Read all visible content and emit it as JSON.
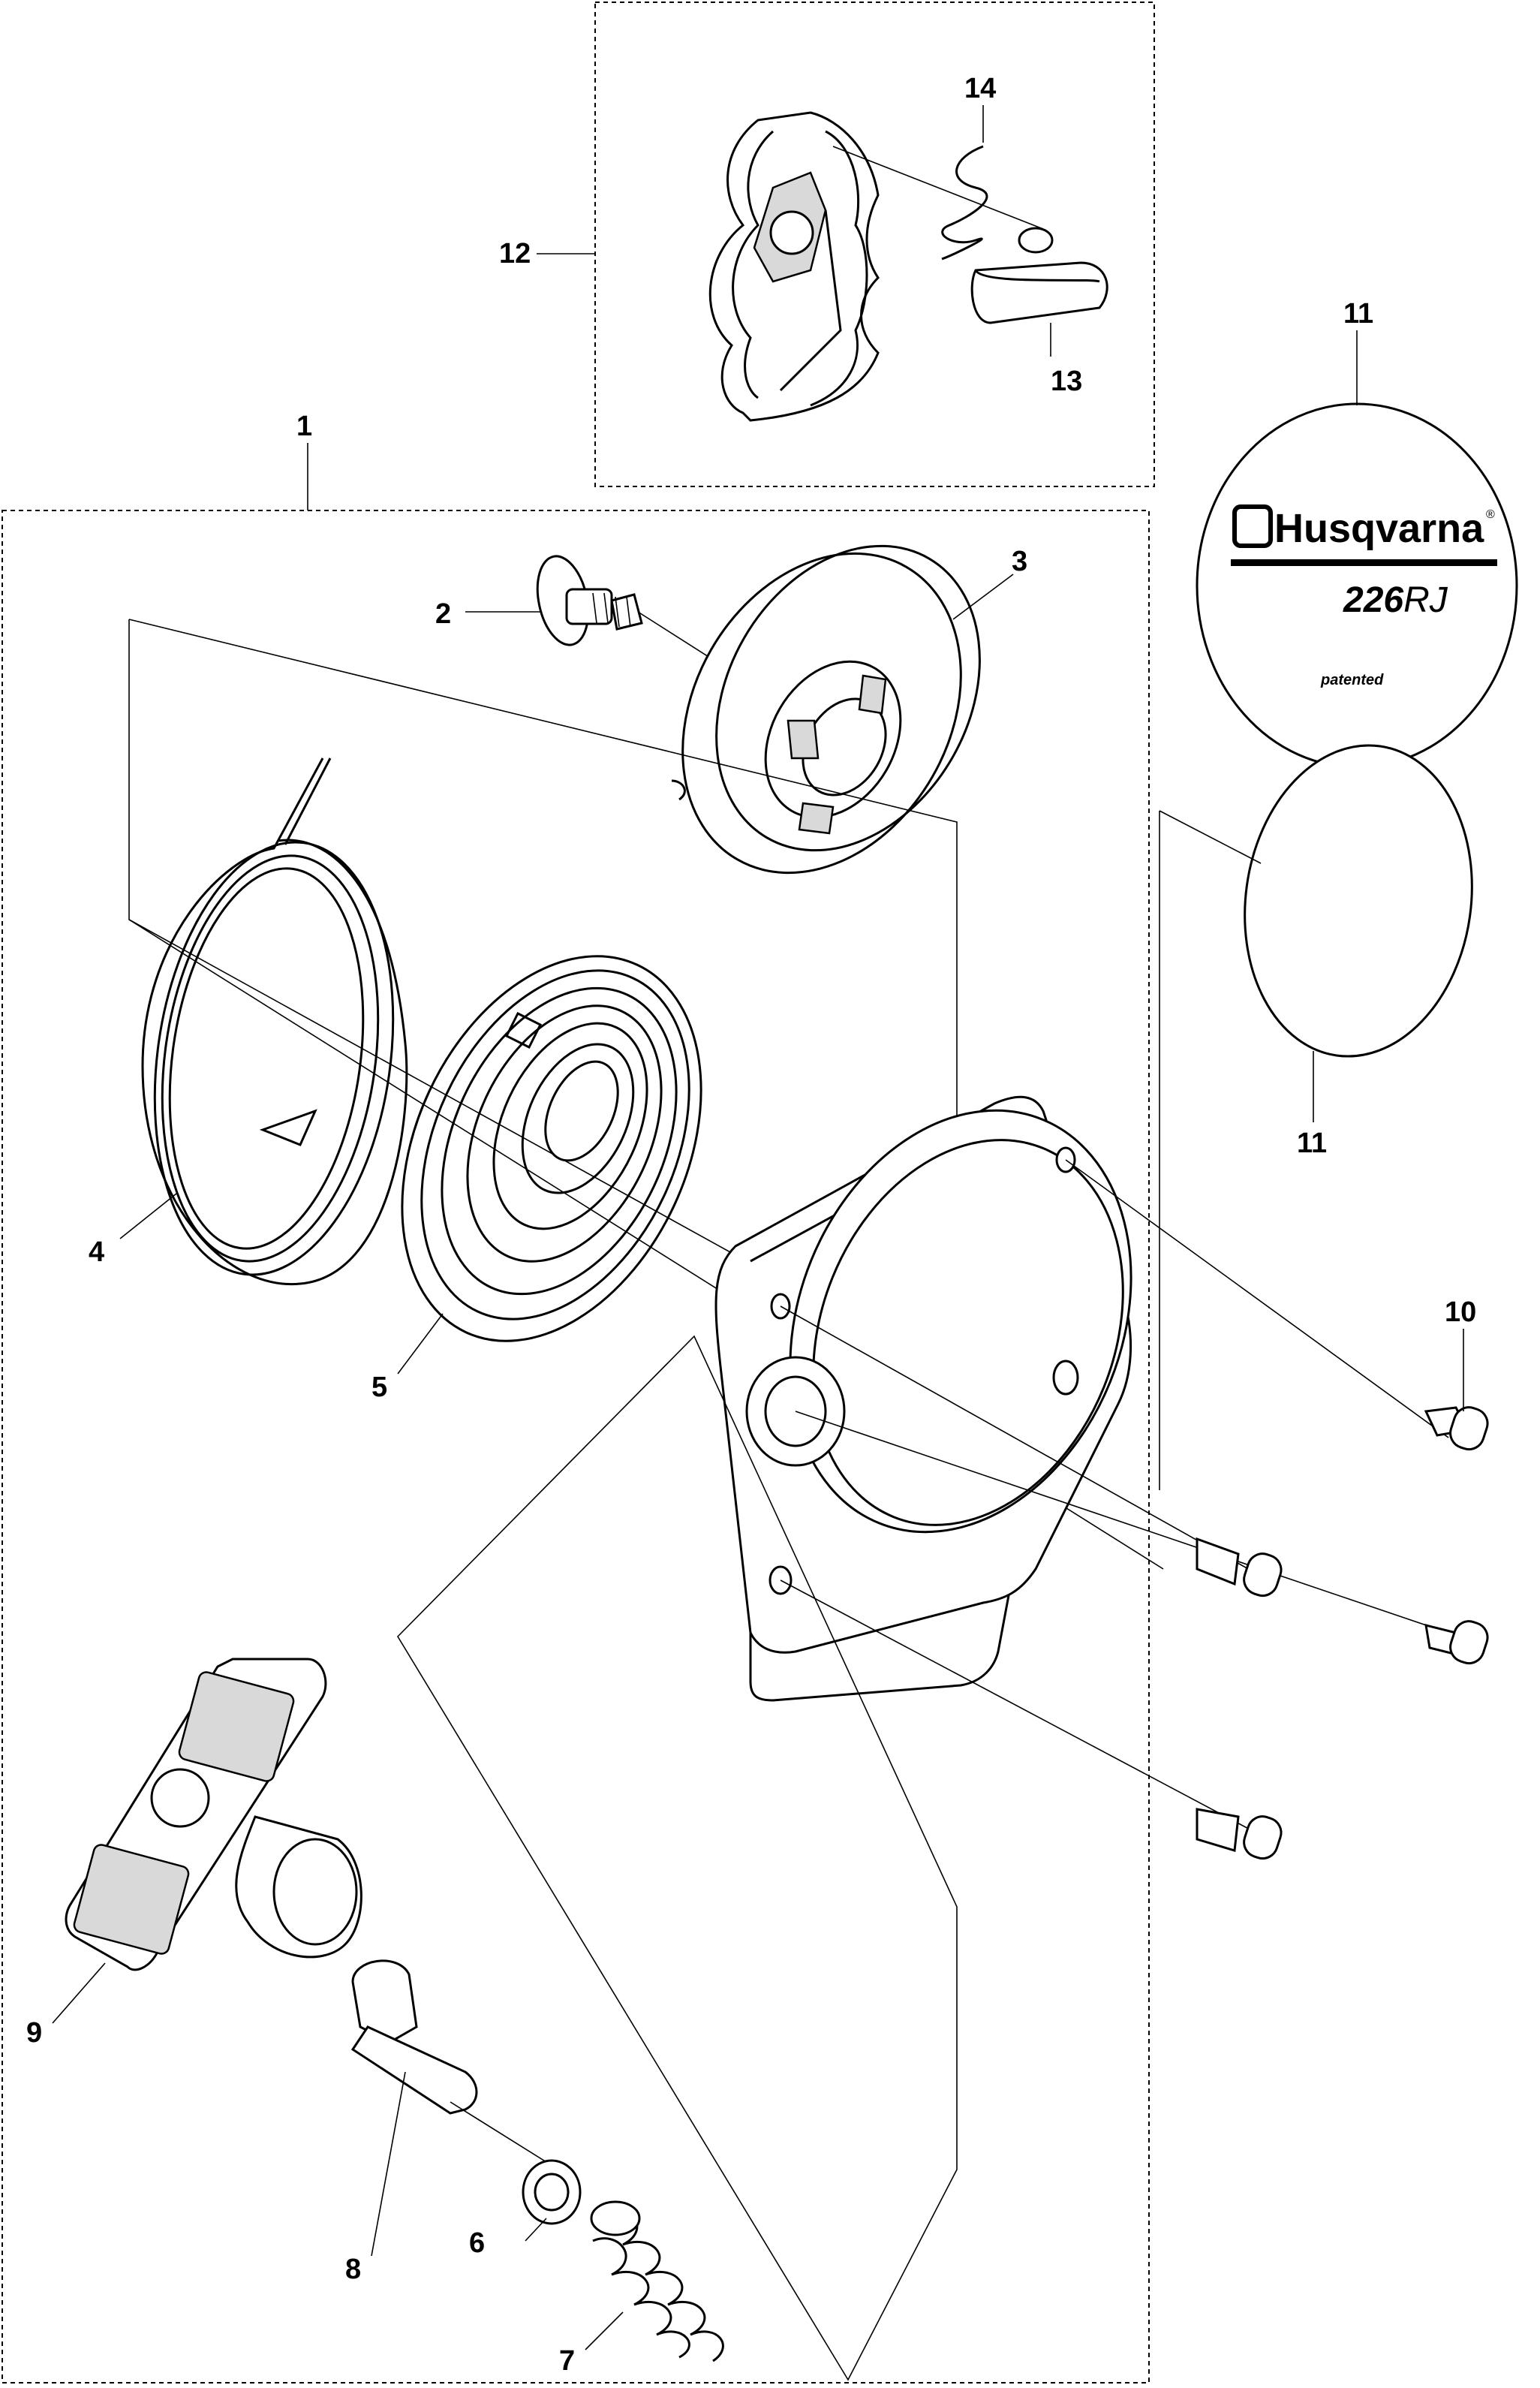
{
  "callouts": {
    "c1": "1",
    "c2": "2",
    "c3": "3",
    "c4": "4",
    "c5": "5",
    "c6": "6",
    "c7": "7",
    "c8": "8",
    "c9": "9",
    "c10": "10",
    "c11a": "11",
    "c11b": "11",
    "c12": "12",
    "c13": "13",
    "c14": "14"
  },
  "decal": {
    "brand": "Husqvarna",
    "model_num": "226",
    "model_suffix": "RJ",
    "note": "patented",
    "registered": "®"
  }
}
